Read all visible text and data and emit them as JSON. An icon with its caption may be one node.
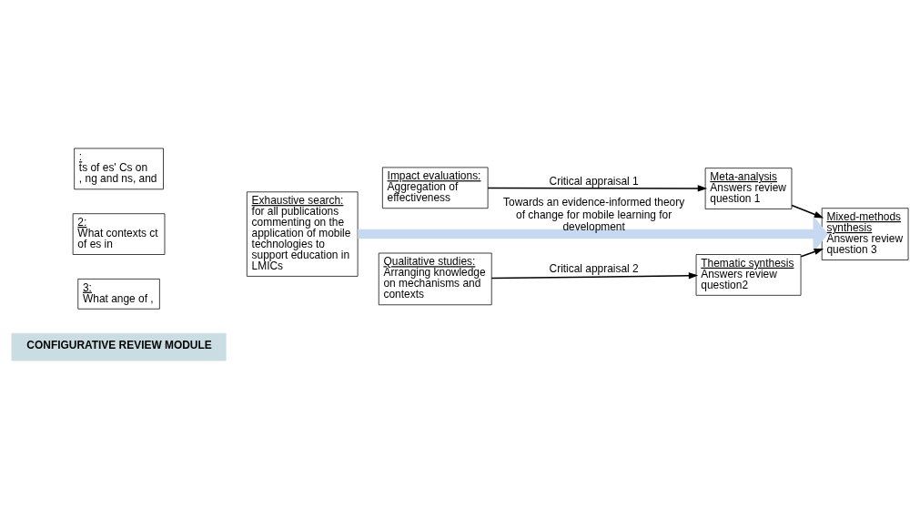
{
  "diagram": {
    "nodes": [
      {
        "text": [
          ":",
          "ts of es' Cs on , ng and ns, and"
        ]
      },
      {
        "text": [
          "2:",
          "What contexts ct of es in"
        ]
      },
      {
        "text": [
          "3:",
          "What ange of ,"
        ]
      },
      {
        "text": [
          "Impact evaluations:",
          "Aggregation of effectiveness"
        ]
      },
      {
        "text": [
          "Meta-analysis",
          "Answers review question 1"
        ]
      },
      {
        "text": [
          "Exhaustive search:",
          "for all publications commenting on the application of mobile technologies to support education in LMICs"
        ]
      },
      {
        "text": [
          "Mixed-methods synthesis",
          "Answers review question 3"
        ]
      },
      {
        "text": [
          "Qualitative studies:",
          "Arranging knowledge on mechanisms and contexts"
        ]
      },
      {
        "text": [
          "Thematic synthesis",
          "Answers review question2"
        ]
      },
      {
        "text": [
          "CONFIGURATIVE REVIEW MODULE"
        ]
      }
    ],
    "edges": [
      {
        "from": 3,
        "to": 4,
        "arrow": "to",
        "label": "Critical appraisal 1"
      },
      {
        "from": 5,
        "to": 6,
        "arrow": "to",
        "label": "Towards an evidence-informed theory of change for mobile learning for development",
        "style": "thick",
        "color": "#c6d9f1"
      },
      {
        "from": 7,
        "to": 8,
        "arrow": "to",
        "label": "Critical appraisal 2"
      },
      {
        "from": 4,
        "to": 6,
        "arrow": "to"
      },
      {
        "from": 8,
        "to": 6,
        "arrow": "to"
      }
    ]
  }
}
